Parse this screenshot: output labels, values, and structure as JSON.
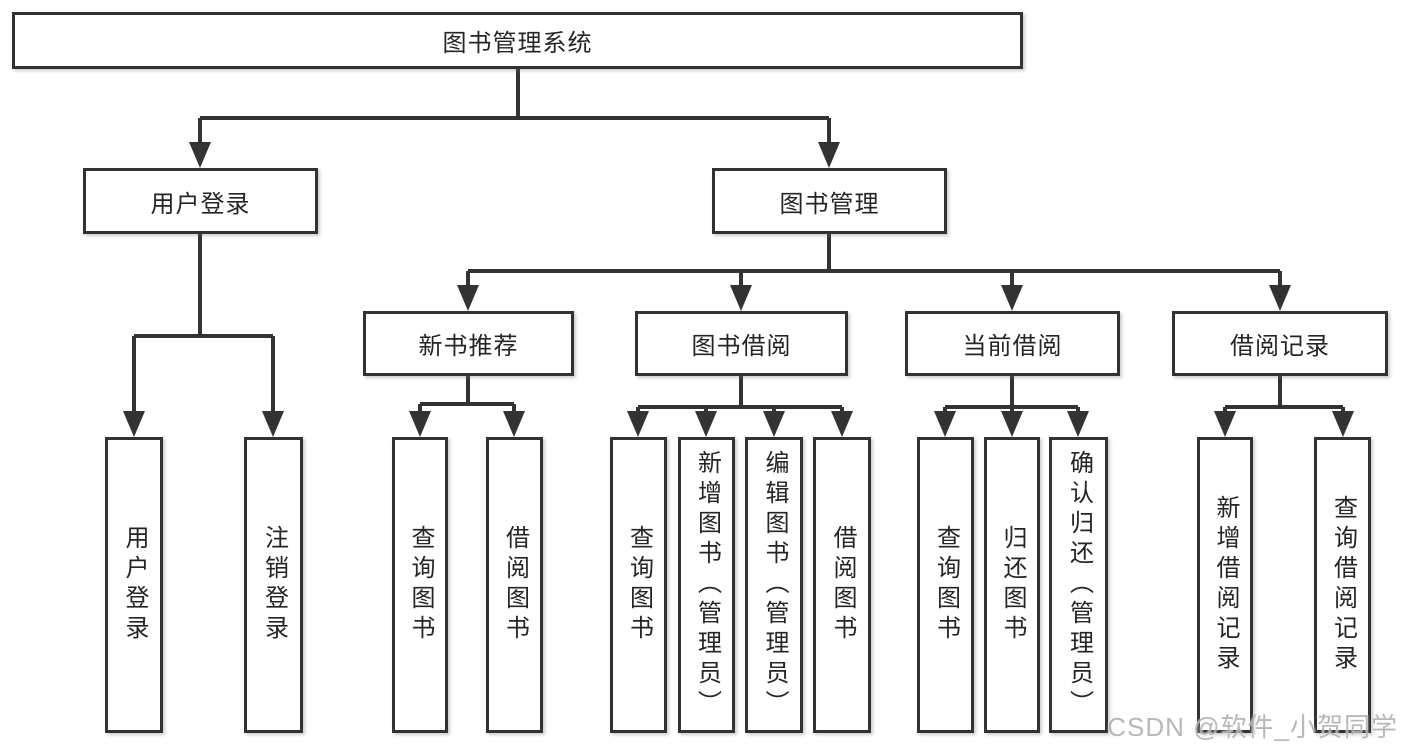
{
  "tree": {
    "root": "图书管理系统",
    "level2": [
      {
        "label": "用户登录",
        "children": [
          "用户登录",
          "注销登录"
        ]
      },
      {
        "label": "图书管理",
        "children": [
          {
            "label": "新书推荐",
            "children": [
              "查询图书",
              "借阅图书"
            ]
          },
          {
            "label": "图书借阅",
            "children": [
              "查询图书",
              "新增图书（管理员）",
              "编辑图书（管理员）",
              "借阅图书"
            ]
          },
          {
            "label": "当前借阅",
            "children": [
              "查询图书",
              "归还图书",
              "确认归还（管理员）"
            ]
          },
          {
            "label": "借阅记录",
            "children": [
              "新增借阅记录",
              "查询借阅记录"
            ]
          }
        ]
      }
    ]
  },
  "watermark": {
    "text": "CSDN @软件_小贺同学"
  },
  "colors": {
    "line": "#333333",
    "box_border": "#323232",
    "box_fill": "#ffffff",
    "text": "#252525",
    "watermark": "#b3b3b3",
    "background": "#ffffff"
  }
}
